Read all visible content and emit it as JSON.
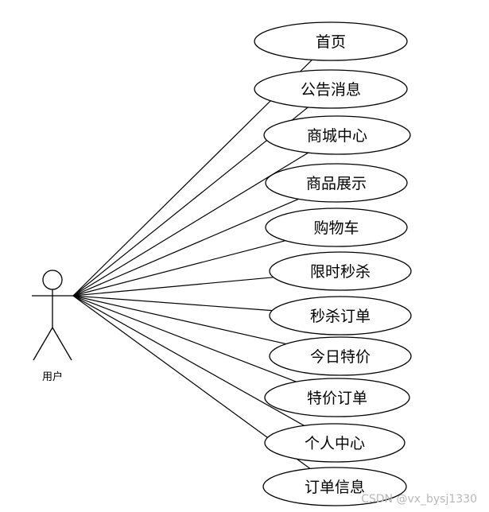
{
  "actor": {
    "label": "用户"
  },
  "use_cases": [
    {
      "label": "首页"
    },
    {
      "label": "公告消息"
    },
    {
      "label": "商城中心"
    },
    {
      "label": "商品展示"
    },
    {
      "label": "购物车"
    },
    {
      "label": "限时秒杀"
    },
    {
      "label": "秒杀订单"
    },
    {
      "label": "今日特价"
    },
    {
      "label": "特价订单"
    },
    {
      "label": "个人中心"
    },
    {
      "label": "订单信息"
    }
  ],
  "watermark": "CSDN @vx_bysj1330"
}
